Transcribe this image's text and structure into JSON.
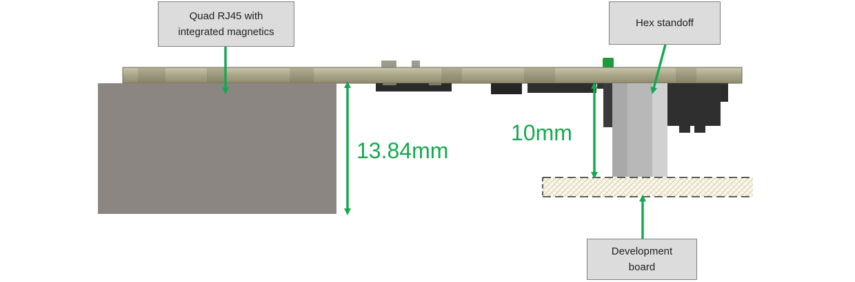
{
  "labels": {
    "rj45_line1": "Quad RJ45 with",
    "rj45_line2": "integrated magnetics",
    "hex_standoff": "Hex standoff",
    "dev_line1": "Development",
    "dev_line2": "board"
  },
  "dimensions": {
    "rj45_height": "13.84mm",
    "standoff_height": "10mm"
  },
  "colors": {
    "arrow": "#17a84f",
    "pcb": "#a7a385",
    "rj45_body": "#8c8683",
    "standoff": "#c7c7c7",
    "callout_fill": "#dcdcdc"
  }
}
